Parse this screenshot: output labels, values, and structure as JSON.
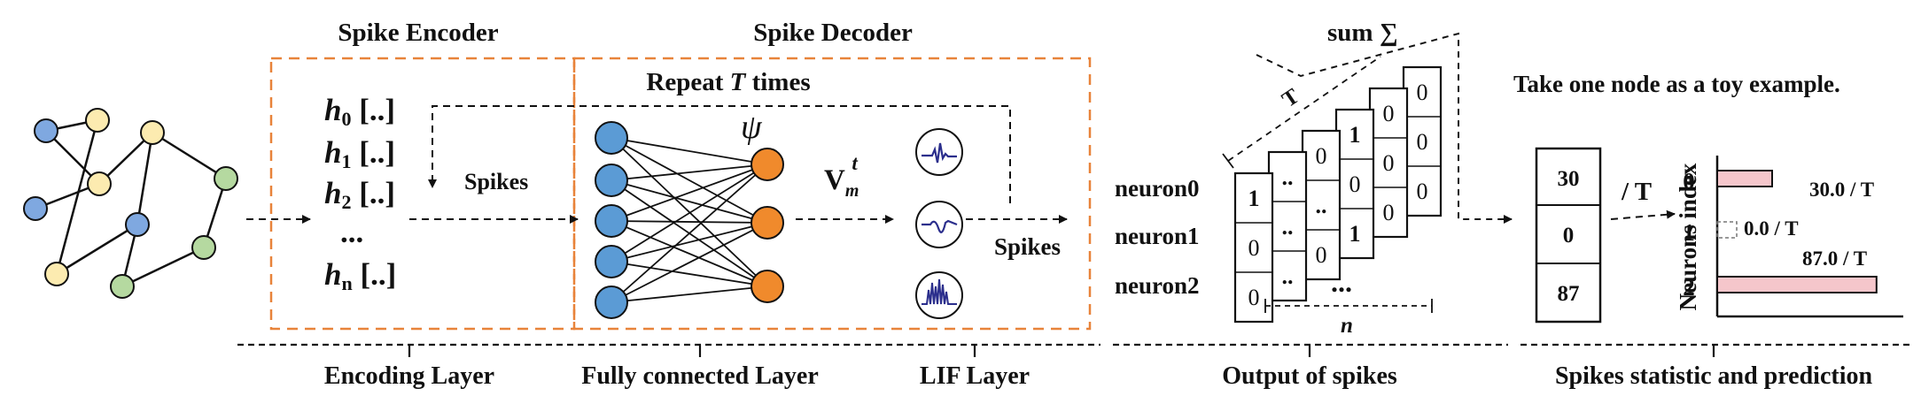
{
  "sections": {
    "spike_encoder_title": "Spike Encoder",
    "spike_decoder_title": "Spike Decoder",
    "repeat_label": {
      "pre": "Repeat ",
      "var": "T",
      "post": " times"
    },
    "psi_symbol": "ψ",
    "vm_symbol": {
      "base": "V",
      "sub": "m",
      "sup": "t"
    },
    "spikes_label_encoder": "Spikes",
    "spikes_label_decoder": "Spikes",
    "sum_label": "sum ∑",
    "T_label": "T",
    "n_label": "n",
    "toy_example": "Take one node as a toy example.",
    "divide_T": "/ T",
    "neurons_index_axis": "Neurons index"
  },
  "encoder_rows": [
    {
      "h": "h",
      "sub": "0",
      "tail": " [..]"
    },
    {
      "h": "h",
      "sub": "1",
      "tail": " [..]"
    },
    {
      "h": "h",
      "sub": "2",
      "tail": " [..]"
    },
    {
      "h": "",
      "sub": "",
      "tail": "..."
    },
    {
      "h": "h",
      "sub": "n",
      "tail": " [..]"
    }
  ],
  "neuron_labels": [
    "neuron0",
    "neuron1",
    "neuron2"
  ],
  "spike_frames": [
    [
      "1",
      "0",
      "0"
    ],
    [
      "..",
      "..",
      ".."
    ],
    [
      "0",
      "..",
      "0"
    ],
    [
      "1",
      "0",
      "1"
    ],
    [
      "0",
      "0",
      "0"
    ],
    [
      "0",
      "0",
      "0"
    ]
  ],
  "ellipsis": "...",
  "spike_counts": [
    "30",
    "0",
    "87"
  ],
  "bars": [
    {
      "index": "0",
      "value": 30.0,
      "label": "30.0 / T"
    },
    {
      "index": "1",
      "value": 0.0,
      "label": "0.0 / T"
    },
    {
      "index": "2",
      "value": 87.0,
      "label": "87.0 / T"
    }
  ],
  "footer_labels": [
    "Encoding Layer",
    "Fully connected Layer",
    "LIF Layer",
    "Output of spikes",
    "Spikes statistic and prediction"
  ],
  "colors": {
    "orange_dash": "#E8833A",
    "blue_node": "#5B9BD5",
    "orange_node": "#F08A2C",
    "graph_blue": "#7FA8E0",
    "graph_yellow": "#FCEBB0",
    "graph_green": "#B5D9A0",
    "bar_pink": "#F5C6CB",
    "lif_trace": "#2B2E8C"
  }
}
